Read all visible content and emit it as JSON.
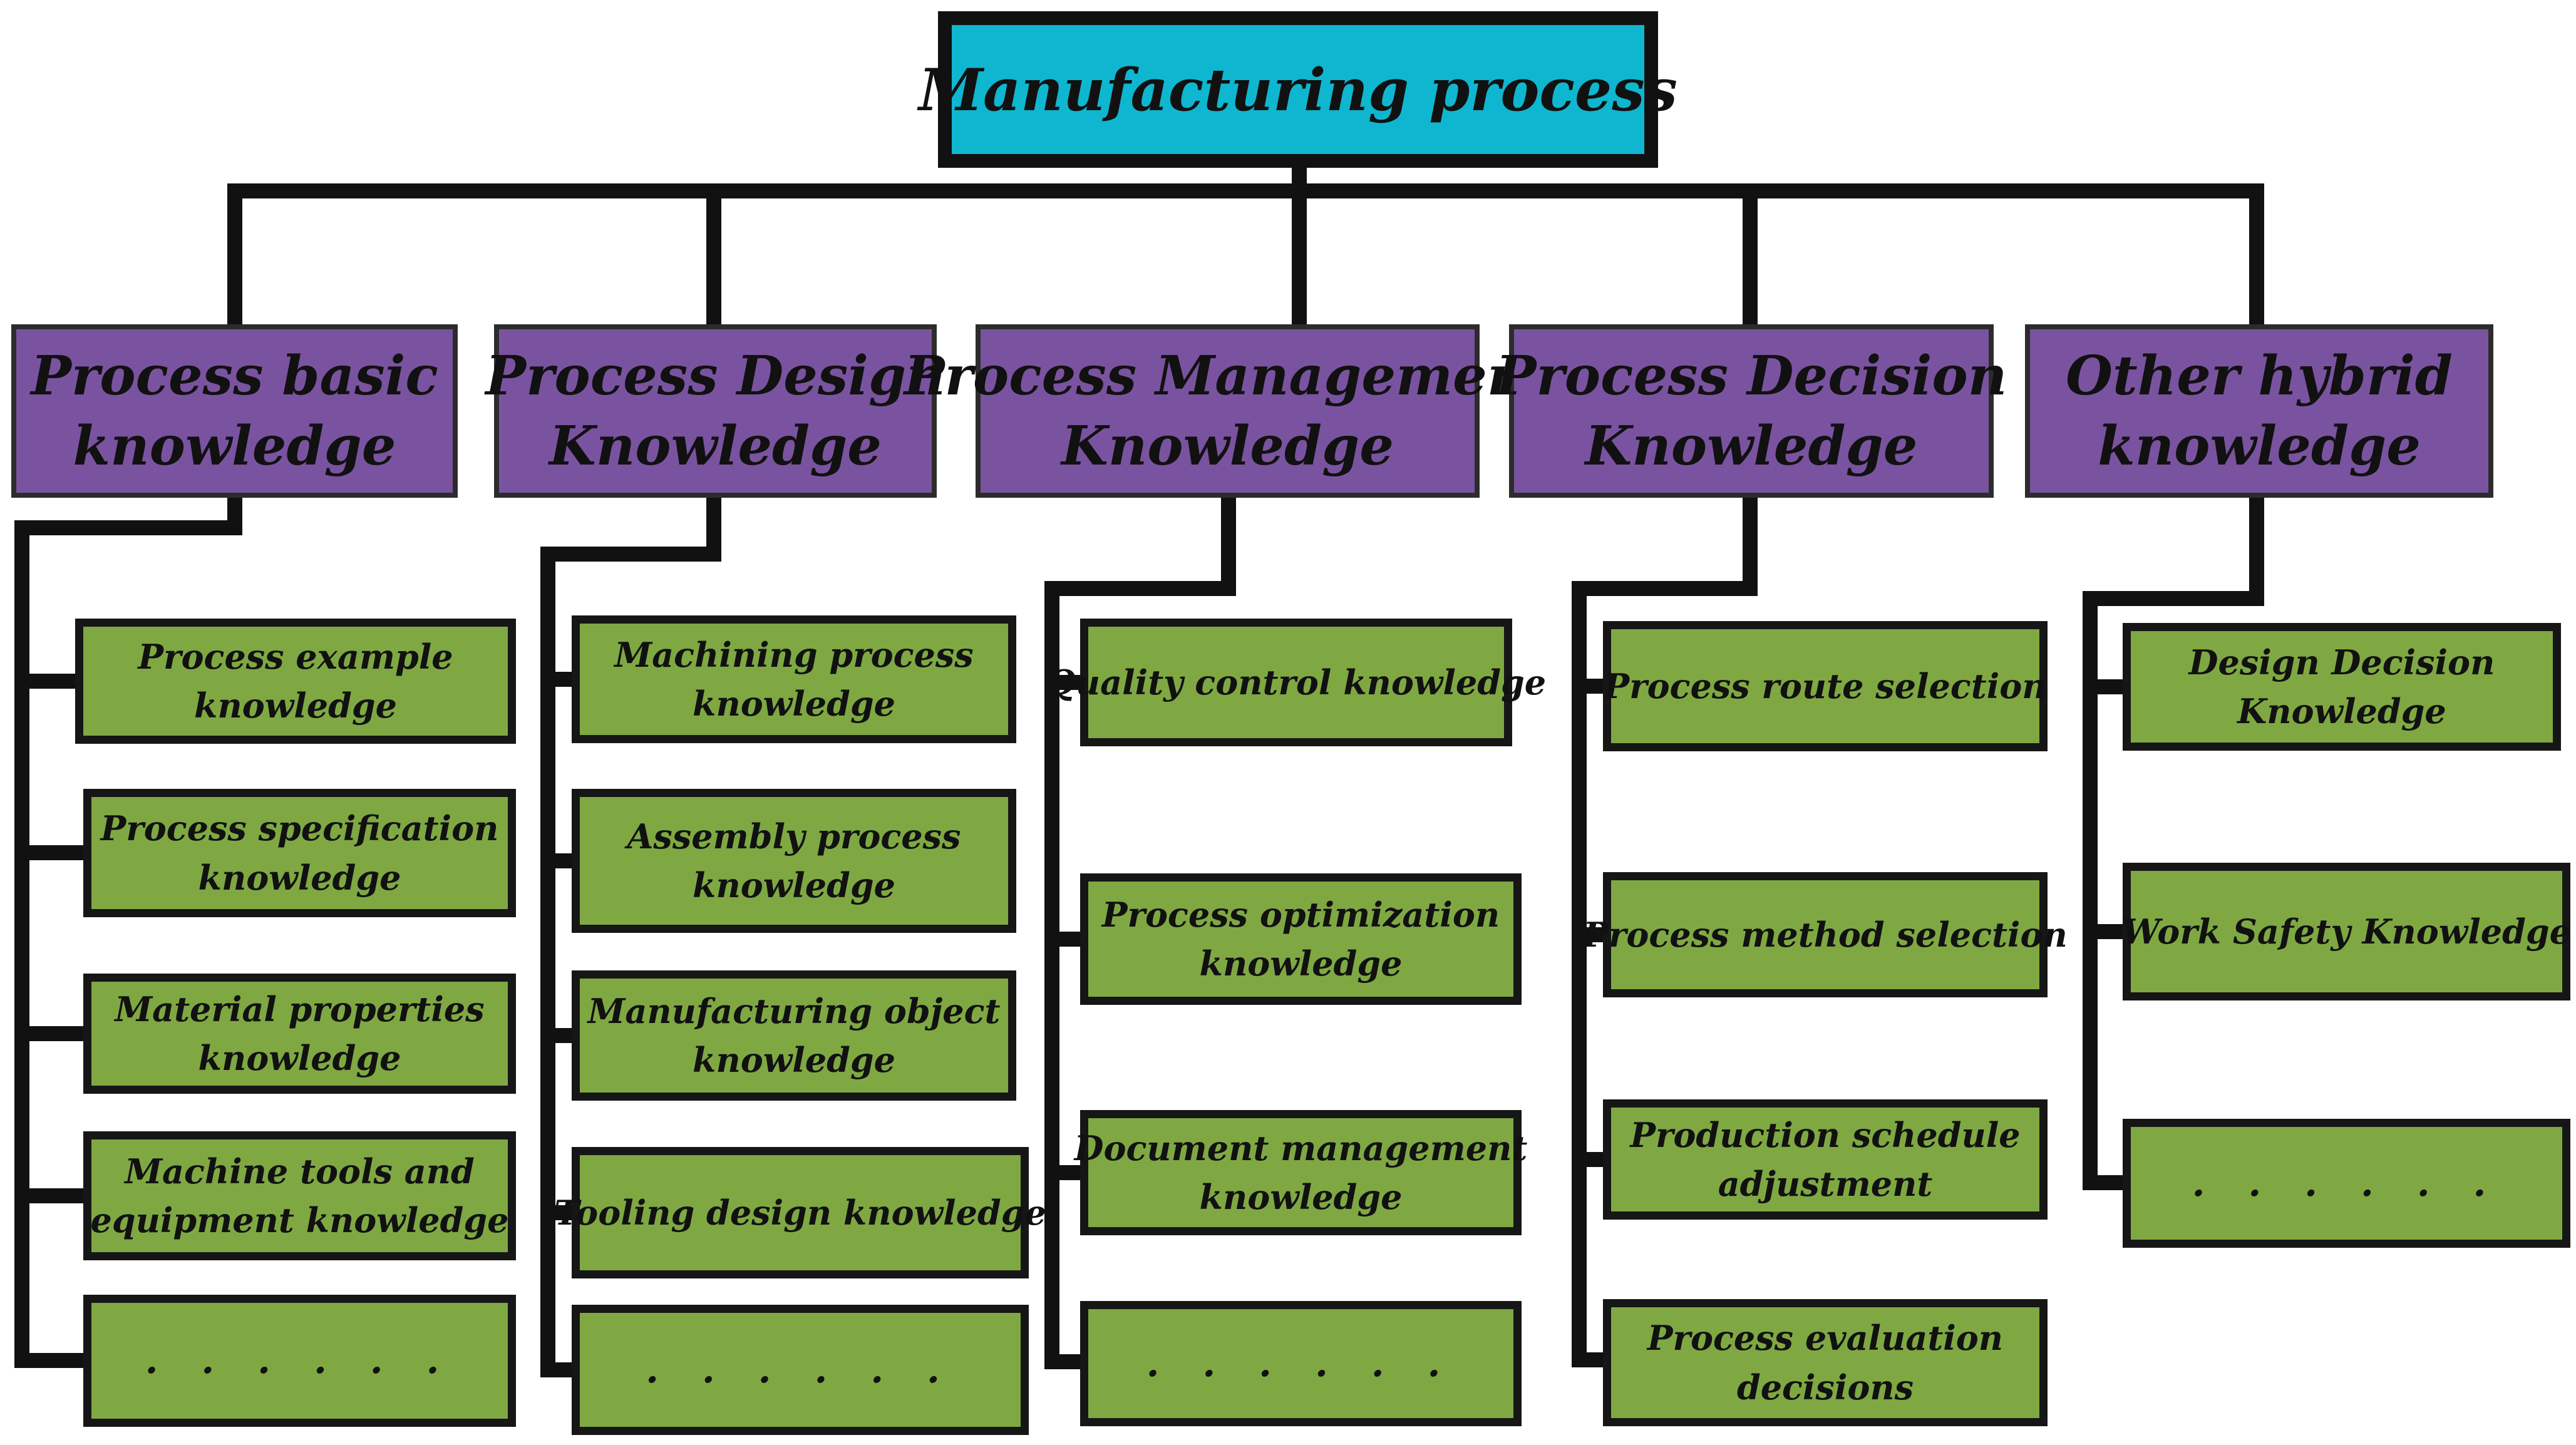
{
  "root": {
    "label": "Manufacturing process"
  },
  "categories": [
    {
      "label_lines": [
        "Process basic",
        "knowledge"
      ],
      "items": [
        {
          "lines": [
            "Process example",
            "knowledge"
          ]
        },
        {
          "lines": [
            "Process specification",
            "knowledge"
          ]
        },
        {
          "lines": [
            "Material properties",
            "knowledge"
          ]
        },
        {
          "lines": [
            "Machine tools and",
            "equipment knowledge"
          ]
        },
        {
          "lines": [
            ". . . . . ."
          ]
        }
      ]
    },
    {
      "label_lines": [
        "Process Design",
        "Knowledge"
      ],
      "items": [
        {
          "lines": [
            "Machining process",
            "knowledge"
          ]
        },
        {
          "lines": [
            "Assembly process",
            "knowledge"
          ]
        },
        {
          "lines": [
            "Manufacturing object",
            "knowledge"
          ]
        },
        {
          "lines": [
            "Tooling design knowledge"
          ]
        },
        {
          "lines": [
            ". . . . . ."
          ]
        }
      ]
    },
    {
      "label_lines": [
        "Process Management",
        "Knowledge"
      ],
      "items": [
        {
          "lines": [
            "Quality control knowledge"
          ]
        },
        {
          "lines": [
            "Process optimization",
            "knowledge"
          ]
        },
        {
          "lines": [
            "Document management",
            "knowledge"
          ]
        },
        {
          "lines": [
            ". . . . . ."
          ]
        }
      ]
    },
    {
      "label_lines": [
        "Process Decision",
        "Knowledge"
      ],
      "items": [
        {
          "lines": [
            "Process route selection"
          ]
        },
        {
          "lines": [
            "Process method selection"
          ]
        },
        {
          "lines": [
            "Production schedule",
            "adjustment"
          ]
        },
        {
          "lines": [
            "Process evaluation",
            "decisions"
          ]
        }
      ]
    },
    {
      "label_lines": [
        "Other hybrid",
        "knowledge"
      ],
      "items": [
        {
          "lines": [
            "Design Decision",
            "Knowledge"
          ]
        },
        {
          "lines": [
            "Work Safety Knowledge"
          ]
        },
        {
          "lines": [
            ". . . . . ."
          ]
        }
      ]
    }
  ],
  "colors": {
    "root_fill": "#0fb6cf",
    "category_fill": "#7a53a0",
    "leaf_fill": "#7fa843",
    "line": "#111111"
  }
}
